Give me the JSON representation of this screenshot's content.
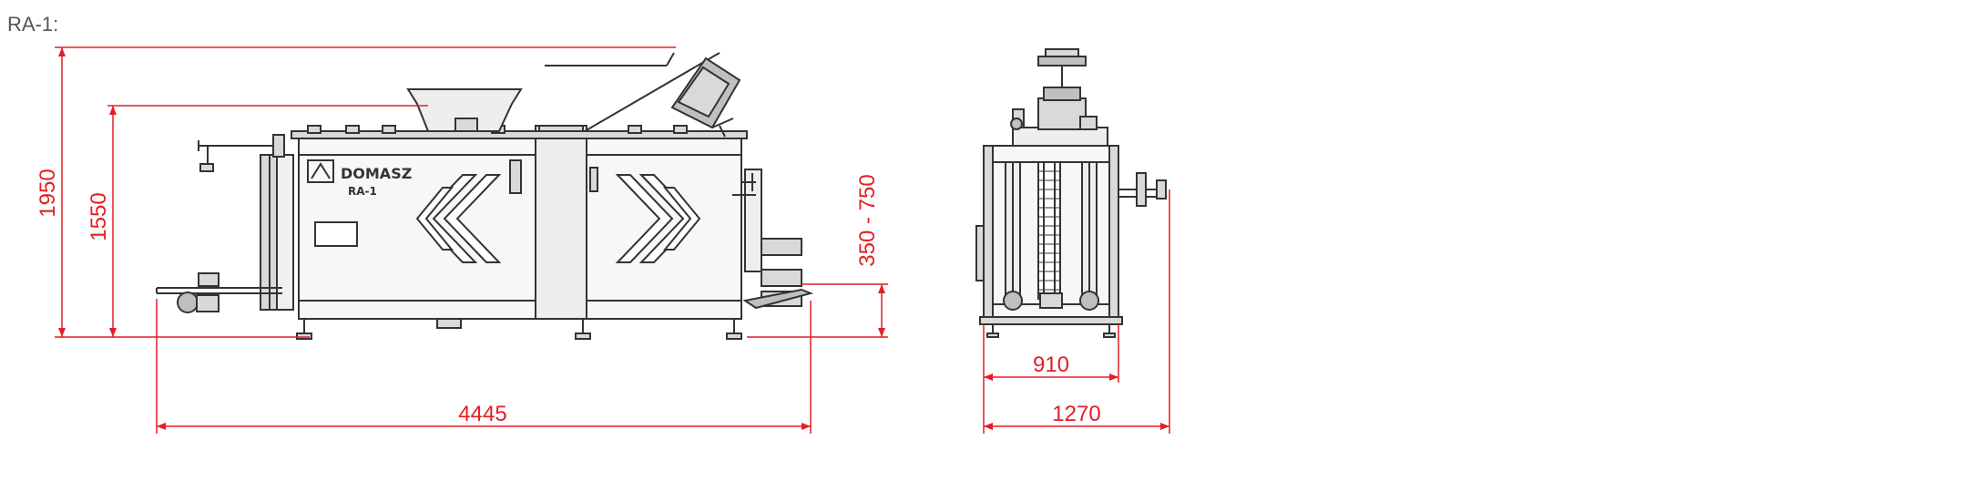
{
  "title": "RA-1:",
  "colors": {
    "dimension": "#e31e24",
    "outline": "#333333",
    "fill_light": "#d9d9d9",
    "fill_mid": "#bfbfbf",
    "background": "#ffffff"
  },
  "machine": {
    "brand": "DOMASZ",
    "model": "RA-1"
  },
  "dimensions": {
    "side_total_height": "1950",
    "side_body_height": "1550",
    "side_length": "4445",
    "side_output_height": "350 - 750",
    "front_inner_width": "910",
    "front_total_width": "1270"
  }
}
